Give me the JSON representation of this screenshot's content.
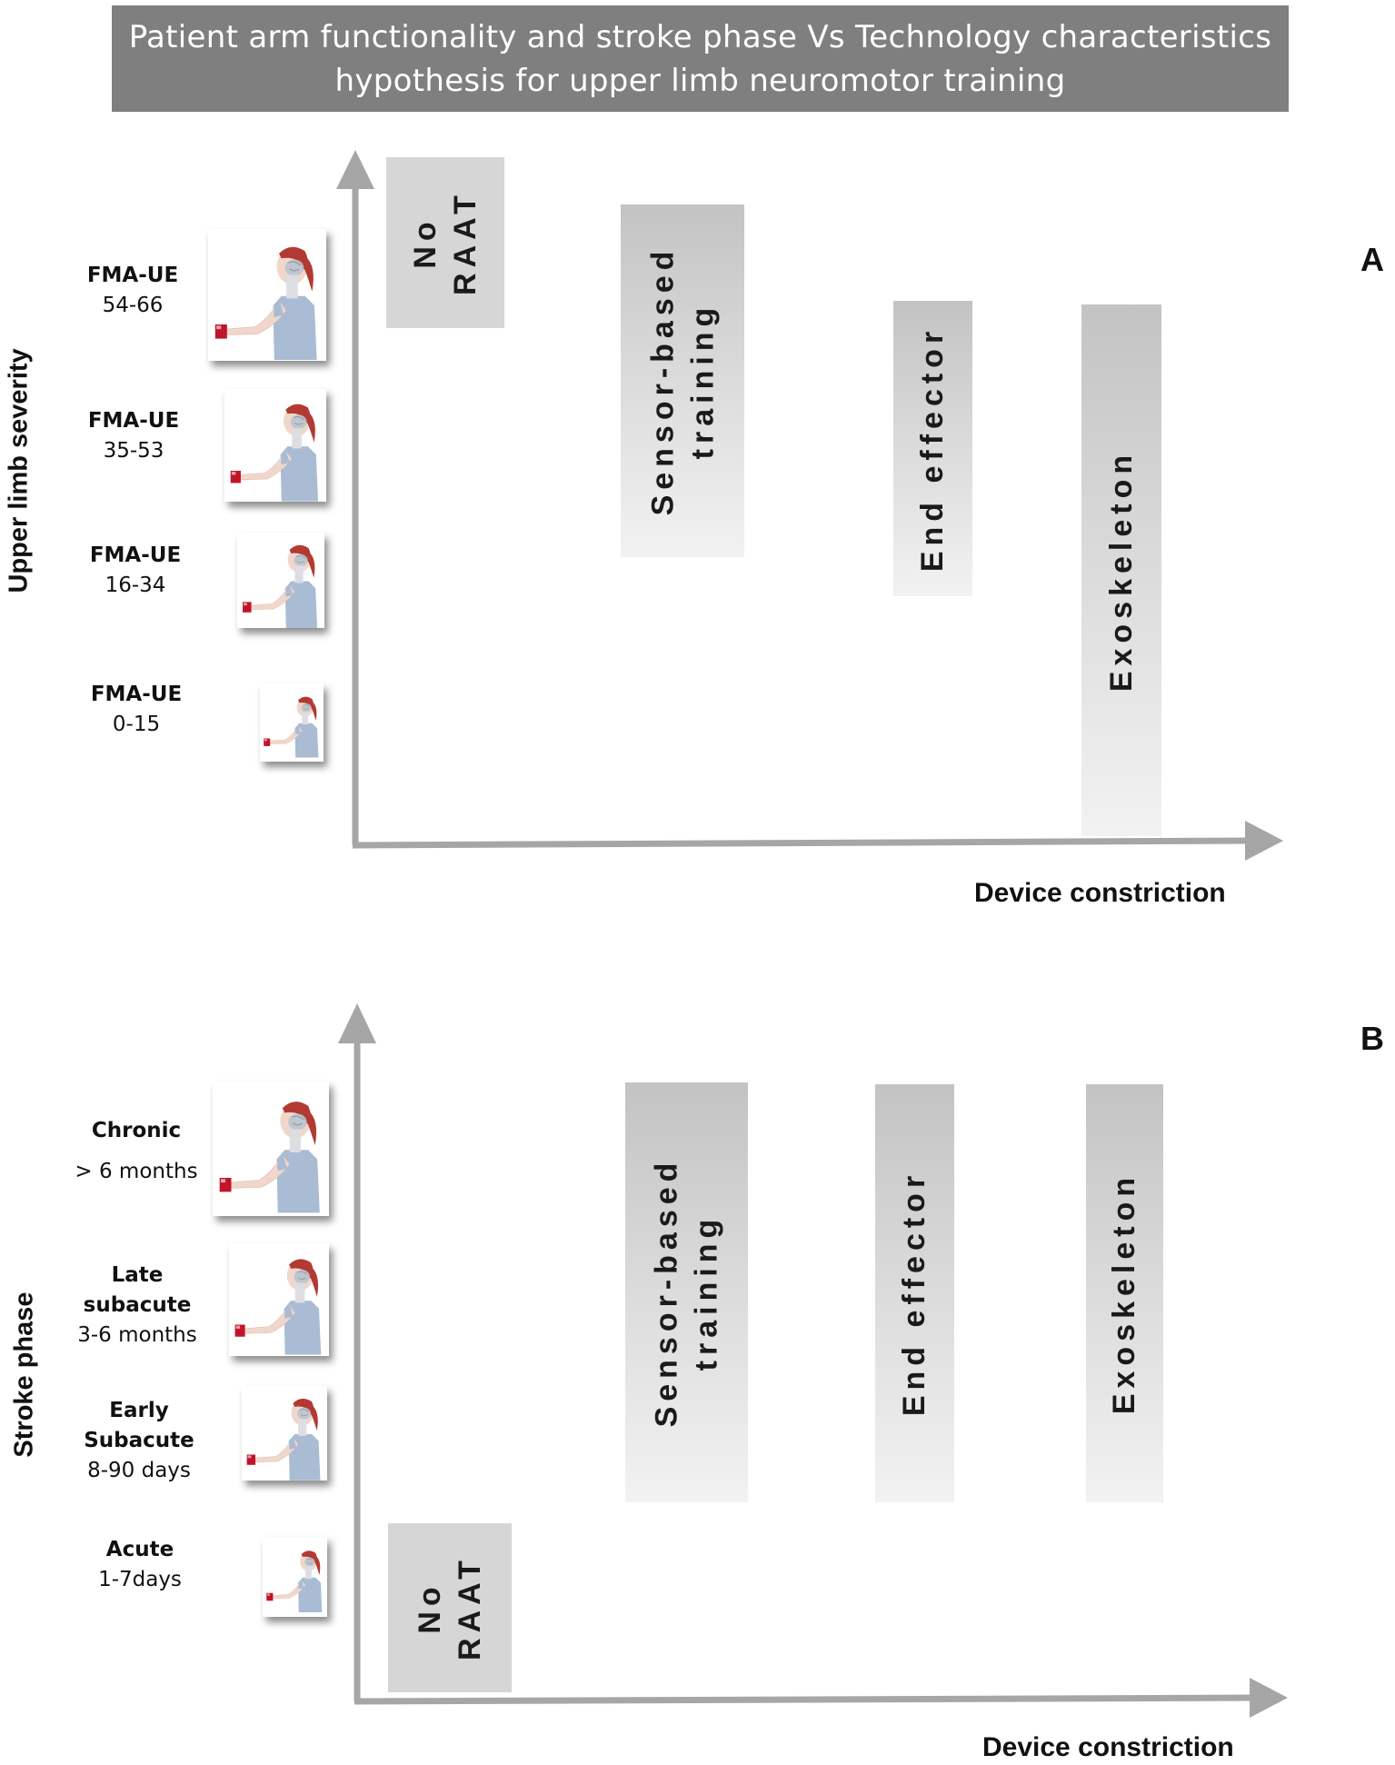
{
  "title": {
    "line1": "Patient arm functionality and stroke phase Vs Technology characteristics",
    "line2": "hypothesis for upper limb neuromotor training"
  },
  "panel_a": {
    "letter": "A",
    "y_axis_title": "Upper limb severity",
    "x_axis_title": "Device constriction",
    "rows": [
      {
        "bold": "FMA-UE",
        "normal": "54-66"
      },
      {
        "bold": "FMA-UE",
        "normal": "35-53"
      },
      {
        "bold": "FMA-UE",
        "normal": "16-34"
      },
      {
        "bold": "FMA-UE",
        "normal": "0-15"
      }
    ],
    "bars": {
      "no_raat": {
        "line1": "No",
        "line2": "RAAT"
      },
      "sensor": {
        "line1": "Sensor-based",
        "line2": "training"
      },
      "end_effector": {
        "line1": "End effector"
      },
      "exoskeleton": {
        "line1": "Exoskeleton"
      }
    }
  },
  "panel_b": {
    "letter": "B",
    "y_axis_title": "Stroke phase",
    "x_axis_title": "Device constriction",
    "rows": [
      {
        "bold": "Chronic",
        "normal": "> 6  months"
      },
      {
        "bold": "Late",
        "bold2": "subacute",
        "normal": "3-6 months"
      },
      {
        "bold": "Early",
        "bold2": "Subacute",
        "normal": "8-90 days"
      },
      {
        "bold": "Acute",
        "normal": "1-7days"
      }
    ],
    "bars": {
      "no_raat": {
        "line1": "No",
        "line2": "RAAT"
      },
      "sensor": {
        "line1": "Sensor-based",
        "line2": "training"
      },
      "end_effector": {
        "line1": "End effector"
      },
      "exoskeleton": {
        "line1": "Exoskeleton"
      }
    }
  },
  "colors": {
    "title_bg": "#7f7f7f",
    "axis": "#a6a6a6",
    "bar_top": "#c3c3c3",
    "bar_bottom": "#f2f2f2",
    "shirt": "#a9bcd4",
    "hair": "#b23a32",
    "cup": "#c0142a"
  },
  "icons": [
    "patient-reaching-cup-icon"
  ]
}
